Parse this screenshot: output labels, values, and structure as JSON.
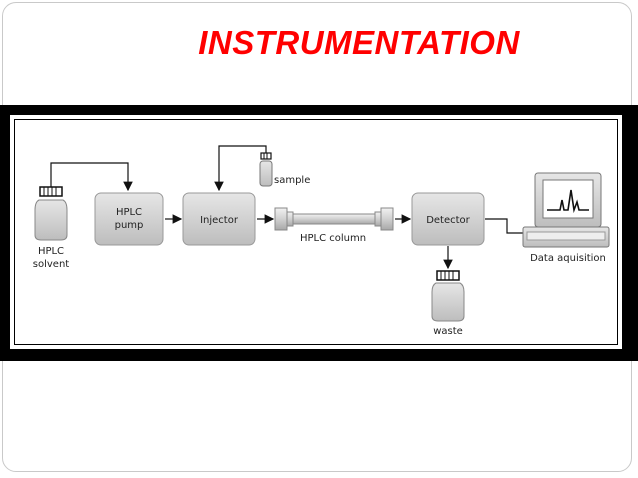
{
  "title": "INSTRUMENTATION",
  "diagram": {
    "solvent_label_line1": "HPLC",
    "solvent_label_line2": "solvent",
    "pump_label_line1": "HPLC",
    "pump_label_line2": "pump",
    "injector_label": "Injector",
    "sample_label": "sample",
    "column_label": "HPLC column",
    "detector_label": "Detector",
    "waste_label": "waste",
    "data_label": "Data aquisition"
  },
  "colors": {
    "title": "#ff0000",
    "box_fill": "#d4d4d4",
    "frame": "#000000"
  }
}
